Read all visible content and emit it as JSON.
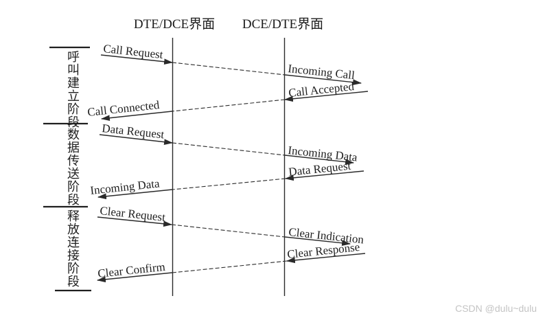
{
  "headers": {
    "left": "DTE/DCE界面",
    "right": "DCE/DTE界面"
  },
  "phases": [
    {
      "label": "呼叫建立阶段"
    },
    {
      "label": "数据传送阶段"
    },
    {
      "label": "释放连接阶段"
    }
  ],
  "messages": [
    {
      "direction": "ltr",
      "from_label": "Call Request",
      "to_label": "Incoming Call"
    },
    {
      "direction": "rtl",
      "from_label": "Call Accepted",
      "to_label": "Call Connected"
    },
    {
      "direction": "ltr",
      "from_label": "Data Request",
      "to_label": "Incoming Data"
    },
    {
      "direction": "rtl",
      "from_label": "Data Request",
      "to_label": "Incoming Data"
    },
    {
      "direction": "ltr",
      "from_label": "Clear Request",
      "to_label": "Clear Indication"
    },
    {
      "direction": "rtl",
      "from_label": "Clear Response",
      "to_label": "Clear Confirm"
    }
  ],
  "watermark": "CSDN @dulu~dulu",
  "colors": {
    "line": "#2a2a2a",
    "text": "#1f1f1f",
    "watermark": "#c4c4c4"
  }
}
